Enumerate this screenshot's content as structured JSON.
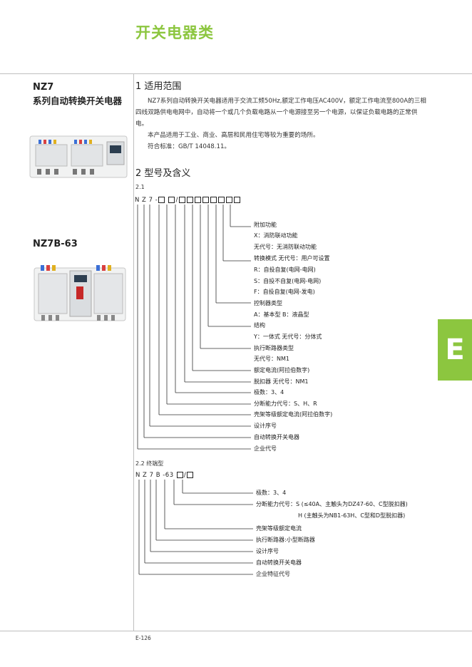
{
  "header": {
    "title": "开关电器类"
  },
  "products": [
    {
      "model": "NZ7",
      "subtitle": "系列自动转换开关电器"
    },
    {
      "model": "NZ7B-63"
    }
  ],
  "section1": {
    "heading": "1 适用范围",
    "para1": "NZ7系列自动转换开关电器适用于交流工频50Hz,额定工作电压AC400V，额定工作电流至800A的三相四线双路供电电网中，自动将一个或几个负载电路从一个电源接至另一个电源，以保证负载电路的正常供电。",
    "para2": "本产品适用于工业、商业、高层和民用住宅等较为重要的场所。",
    "para3": "符合标准：GB/T 14048.11。"
  },
  "section2": {
    "heading": "2 型号及含义",
    "sub1": "2.1",
    "code1_prefix": "N Z 7 -",
    "labels1": [
      "附加功能",
      "X：消防联动功能",
      "无代号：无消防联动功能",
      "转换模式 无代号：用户可设置",
      "R：自投自复(电网-电网)",
      "S：自投不自复(电网-电网)",
      "F：自投自复(电网-发电)",
      "控制器类型",
      "A：基本型   B：液晶型",
      "结构",
      "Y：一体式   无代号：分体式",
      "执行断路器类型",
      "无代号：NM1",
      "额定电流(阿拉伯数字)",
      "脱扣器  无代号：NM1",
      "极数：3、4",
      "分断能力代号：S、H、R",
      "壳架等级额定电流(阿拉伯数字)",
      "设计序号",
      "自动转换开关电器",
      "企业代号"
    ],
    "sub2": "2.2 终端型",
    "code2_prefix": "N Z 7 B -63",
    "labels2": [
      "极数：3、4",
      "分断能力代号：S (≤40A、主触头为DZ47-60、C型脱扣器)",
      "H (主触头为NB1-63H、C型和D型脱扣器)",
      "壳架等级额定电流",
      "执行断路器:小型断路器",
      "设计序号",
      "自动转换开关电器",
      "企业特征代号"
    ]
  },
  "side_tab": "E",
  "footer": {
    "page": "E-126"
  }
}
